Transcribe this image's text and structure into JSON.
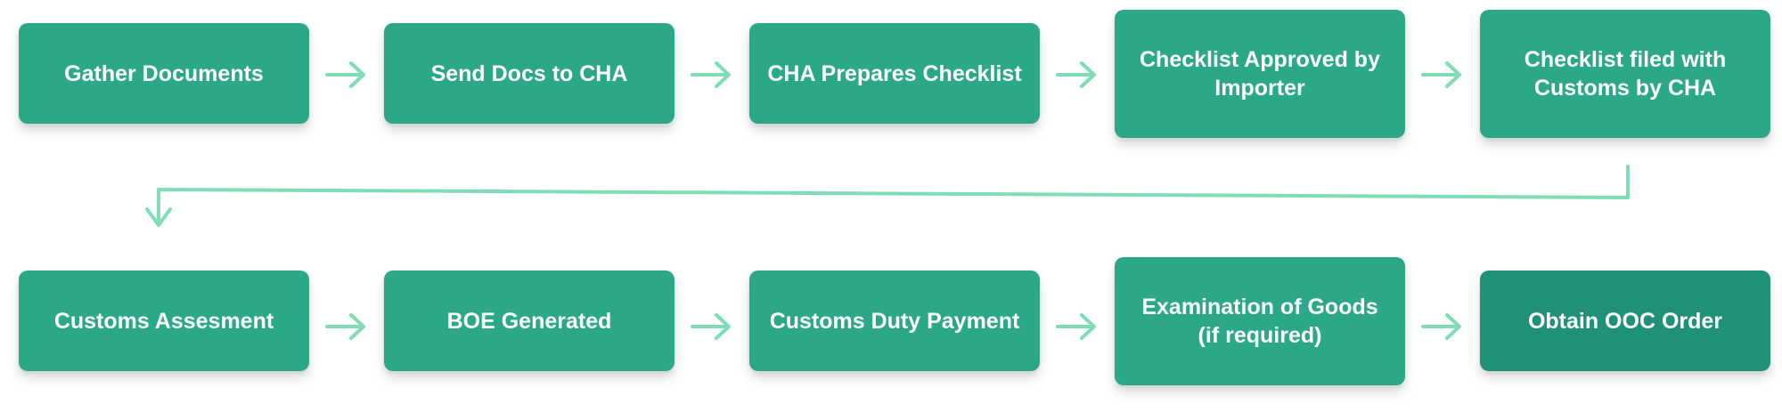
{
  "colors": {
    "box": "#2aa887",
    "box_final": "#1f9178",
    "arrow": "#7fddb5"
  },
  "steps": [
    {
      "id": "gather-documents",
      "label": "Gather Documents"
    },
    {
      "id": "send-docs-to-cha",
      "label": "Send Docs to CHA"
    },
    {
      "id": "cha-prepares-checklist",
      "label": "CHA Prepares Checklist"
    },
    {
      "id": "checklist-approved-by-importer",
      "label": "Checklist Approved by Importer"
    },
    {
      "id": "checklist-filed-with-customs",
      "label": "Checklist filed with Customs by CHA"
    },
    {
      "id": "customs-assesment",
      "label": "Customs Assesment"
    },
    {
      "id": "boe-generated",
      "label": "BOE Generated"
    },
    {
      "id": "customs-duty-payment",
      "label": "Customs Duty Payment"
    },
    {
      "id": "examination-of-goods",
      "label": "Examination of Goods (if required)"
    },
    {
      "id": "obtain-ooc-order",
      "label": "Obtain OOC Order"
    }
  ]
}
